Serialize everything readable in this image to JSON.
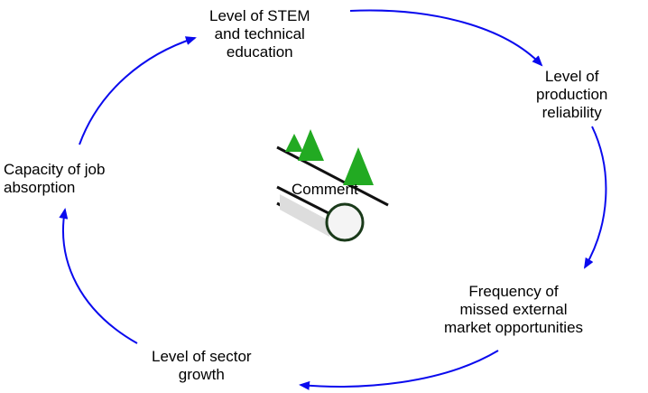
{
  "nodes": {
    "stem": [
      "Level of STEM",
      "and technical",
      "education"
    ],
    "reliability": [
      "Level of",
      "production",
      "reliability"
    ],
    "frequency": [
      "Frequency of",
      "missed external",
      "market opportunities"
    ],
    "growth": [
      "Level of sector",
      "growth"
    ],
    "capacity": [
      "Capacity of job",
      "absorption"
    ]
  },
  "comment": {
    "label": "Comment",
    "icon": "snowball-loop-icon"
  },
  "colors": {
    "arrow": "#0a0aee",
    "tree": "#22aa22",
    "trunk": "#aa5500"
  }
}
